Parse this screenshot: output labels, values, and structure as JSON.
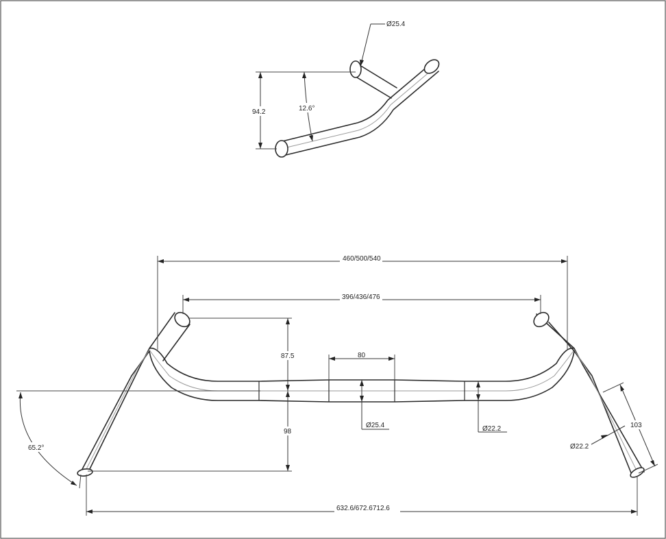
{
  "top_view": {
    "tube_diameter": "Ø25.4",
    "rise": "94.2",
    "sweep_angle": "12.6°"
  },
  "front_view": {
    "width_outer": "460/500/540",
    "width_inner": "396/436/476",
    "clamp_width": "80",
    "drop_upper": "87.5",
    "drop_lower": "98",
    "clamp_diameter": "Ø25.4",
    "bar_diameter": "Ø22.2",
    "end_diameter": "Ø22.2",
    "end_length": "103",
    "flare_angle": "65.2°",
    "overall_width": "632.6/672.6712.6"
  }
}
